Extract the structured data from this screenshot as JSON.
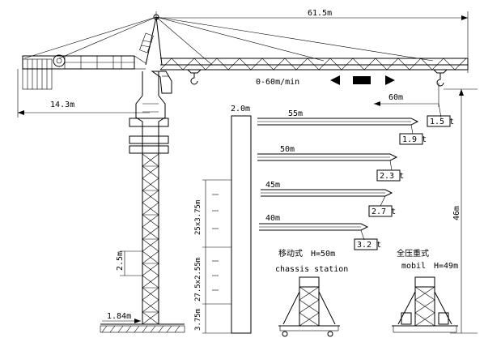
{
  "dimensions": {
    "jib_total": "61.5m",
    "counter_jib": "14.3m",
    "trolley_speed": "0-60m/min",
    "last_section_length": "60m",
    "tip_load": "1.5 t",
    "section_height": "2.0m",
    "tower_section": "2.5m",
    "base_width": "1.84m",
    "hook_height": "46m",
    "base_section": "3.75m",
    "mid_sections": "27.5x2.55m",
    "top_sections": "25x3.75m"
  },
  "jib_configs": [
    {
      "radius": "55m",
      "load": "1.9 t"
    },
    {
      "radius": "50m",
      "load": "2.3 t"
    },
    {
      "radius": "45m",
      "load": "2.7 t"
    },
    {
      "radius": "40m",
      "load": "3.2 t"
    }
  ],
  "base_types": [
    {
      "name_cn": "移动式",
      "name_en": "chassis station",
      "height": "H=50m"
    },
    {
      "name_cn": "全压重式",
      "name_en": "mobil",
      "height": "H=49m"
    }
  ]
}
